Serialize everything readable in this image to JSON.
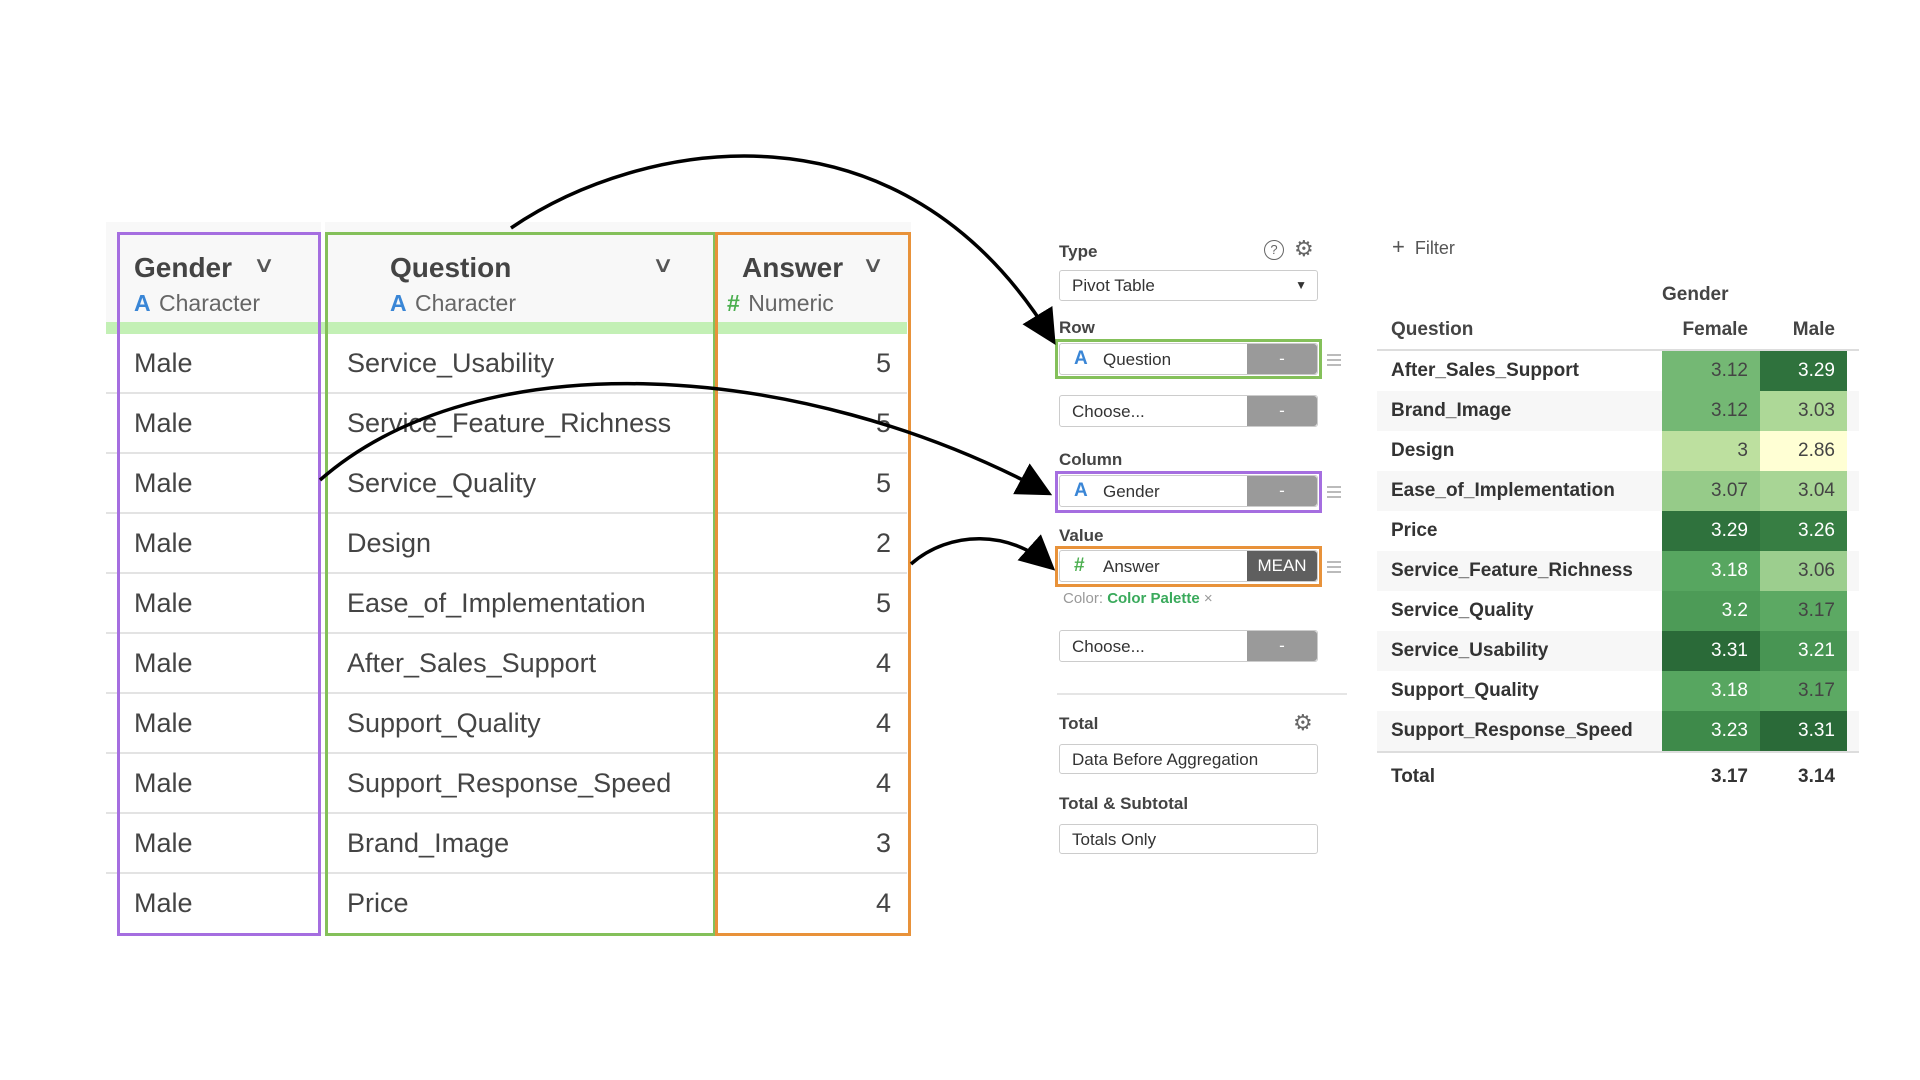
{
  "data_table": {
    "columns": [
      {
        "name": "Gender",
        "type_icon": "A",
        "type": "Character"
      },
      {
        "name": "Question",
        "type_icon": "A",
        "type": "Character"
      },
      {
        "name": "Answer",
        "type_icon": "#",
        "type": "Numeric"
      }
    ],
    "rows": [
      [
        "Male",
        "Service_Usability",
        "5"
      ],
      [
        "Male",
        "Service_Feature_Richness",
        "5"
      ],
      [
        "Male",
        "Service_Quality",
        "5"
      ],
      [
        "Male",
        "Design",
        "2"
      ],
      [
        "Male",
        "Ease_of_Implementation",
        "5"
      ],
      [
        "Male",
        "After_Sales_Support",
        "4"
      ],
      [
        "Male",
        "Support_Quality",
        "4"
      ],
      [
        "Male",
        "Support_Response_Speed",
        "4"
      ],
      [
        "Male",
        "Brand_Image",
        "3"
      ],
      [
        "Male",
        "Price",
        "4"
      ]
    ]
  },
  "panel": {
    "type_label": "Type",
    "type_value": "Pivot Table",
    "row_label": "Row",
    "row_field": {
      "icon": "A",
      "name": "Question",
      "btn": "-"
    },
    "row_choose": {
      "placeholder": "Choose...",
      "btn": "-"
    },
    "column_label": "Column",
    "column_field": {
      "icon": "A",
      "name": "Gender",
      "btn": "-"
    },
    "value_label": "Value",
    "value_field": {
      "icon": "#",
      "name": "Answer",
      "btn": "MEAN"
    },
    "color_label": "Color:",
    "color_value": "Color Palette",
    "color_remove": "×",
    "value_choose": {
      "placeholder": "Choose...",
      "btn": "-"
    },
    "total_label": "Total",
    "total_value": "Data Before Aggregation",
    "subtotal_label": "Total & Subtotal",
    "subtotal_value": "Totals Only"
  },
  "pivot": {
    "filter_label": "Filter",
    "column_group": "Gender",
    "row_header": "Question",
    "col_headers": [
      "Female",
      "Male"
    ],
    "rows": [
      {
        "q": "After_Sales_Support",
        "v": [
          "3.12",
          "3.29"
        ]
      },
      {
        "q": "Brand_Image",
        "v": [
          "3.12",
          "3.03"
        ]
      },
      {
        "q": "Design",
        "v": [
          "3",
          "2.86"
        ]
      },
      {
        "q": "Ease_of_Implementation",
        "v": [
          "3.07",
          "3.04"
        ]
      },
      {
        "q": "Price",
        "v": [
          "3.29",
          "3.26"
        ]
      },
      {
        "q": "Service_Feature_Richness",
        "v": [
          "3.18",
          "3.06"
        ]
      },
      {
        "q": "Service_Quality",
        "v": [
          "3.2",
          "3.17"
        ]
      },
      {
        "q": "Service_Usability",
        "v": [
          "3.31",
          "3.21"
        ]
      },
      {
        "q": "Support_Quality",
        "v": [
          "3.18",
          "3.17"
        ]
      },
      {
        "q": "Support_Response_Speed",
        "v": [
          "3.23",
          "3.31"
        ]
      }
    ],
    "total_label": "Total",
    "totals": [
      "3.17",
      "3.14"
    ]
  },
  "colors": {
    "gender": "#a56ee0",
    "question": "#84c05a",
    "answer": "#e8923a",
    "char_icon": "#3a86d6",
    "num_icon": "#4caf50",
    "palette_link": "#3aaa5c"
  }
}
